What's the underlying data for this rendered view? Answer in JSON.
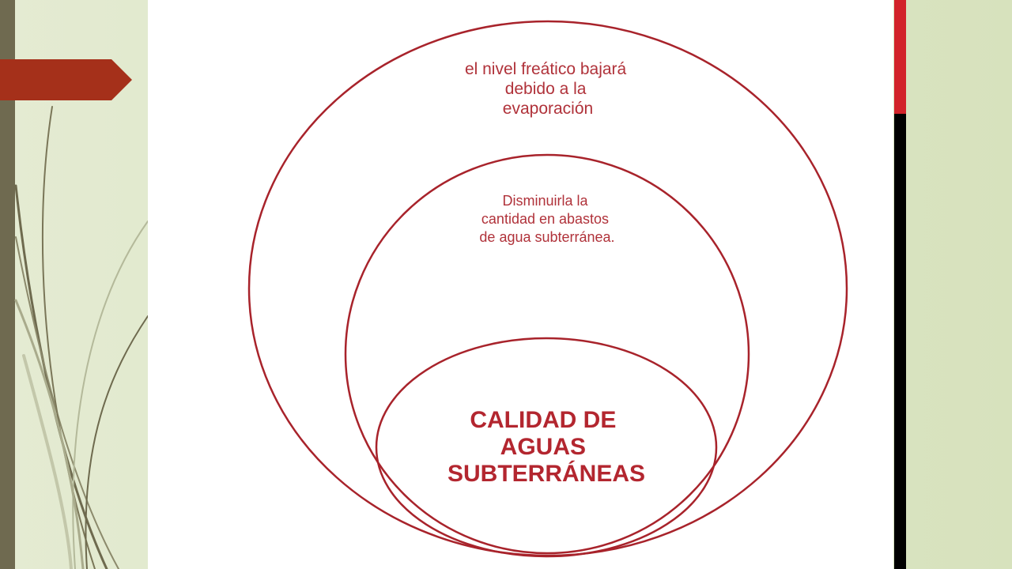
{
  "colors": {
    "circle_stroke": "#a8232b",
    "label_text": "#b0323a",
    "core_text": "#b3262f",
    "left_bar": "#6f6a50",
    "arrow_tab": "#a5301a",
    "stripe_red": "#d2232a",
    "stripe_black": "#000000"
  },
  "diagram": {
    "outer_label": [
      "el nivel freático bajará",
      "debido a la",
      "evaporación"
    ],
    "middle_label": [
      "Disminuirla la",
      "cantidad en abastos",
      "de agua subterránea."
    ],
    "core_label": [
      "CALIDAD DE",
      "AGUAS",
      "SUBTERRÁNEAS"
    ]
  }
}
